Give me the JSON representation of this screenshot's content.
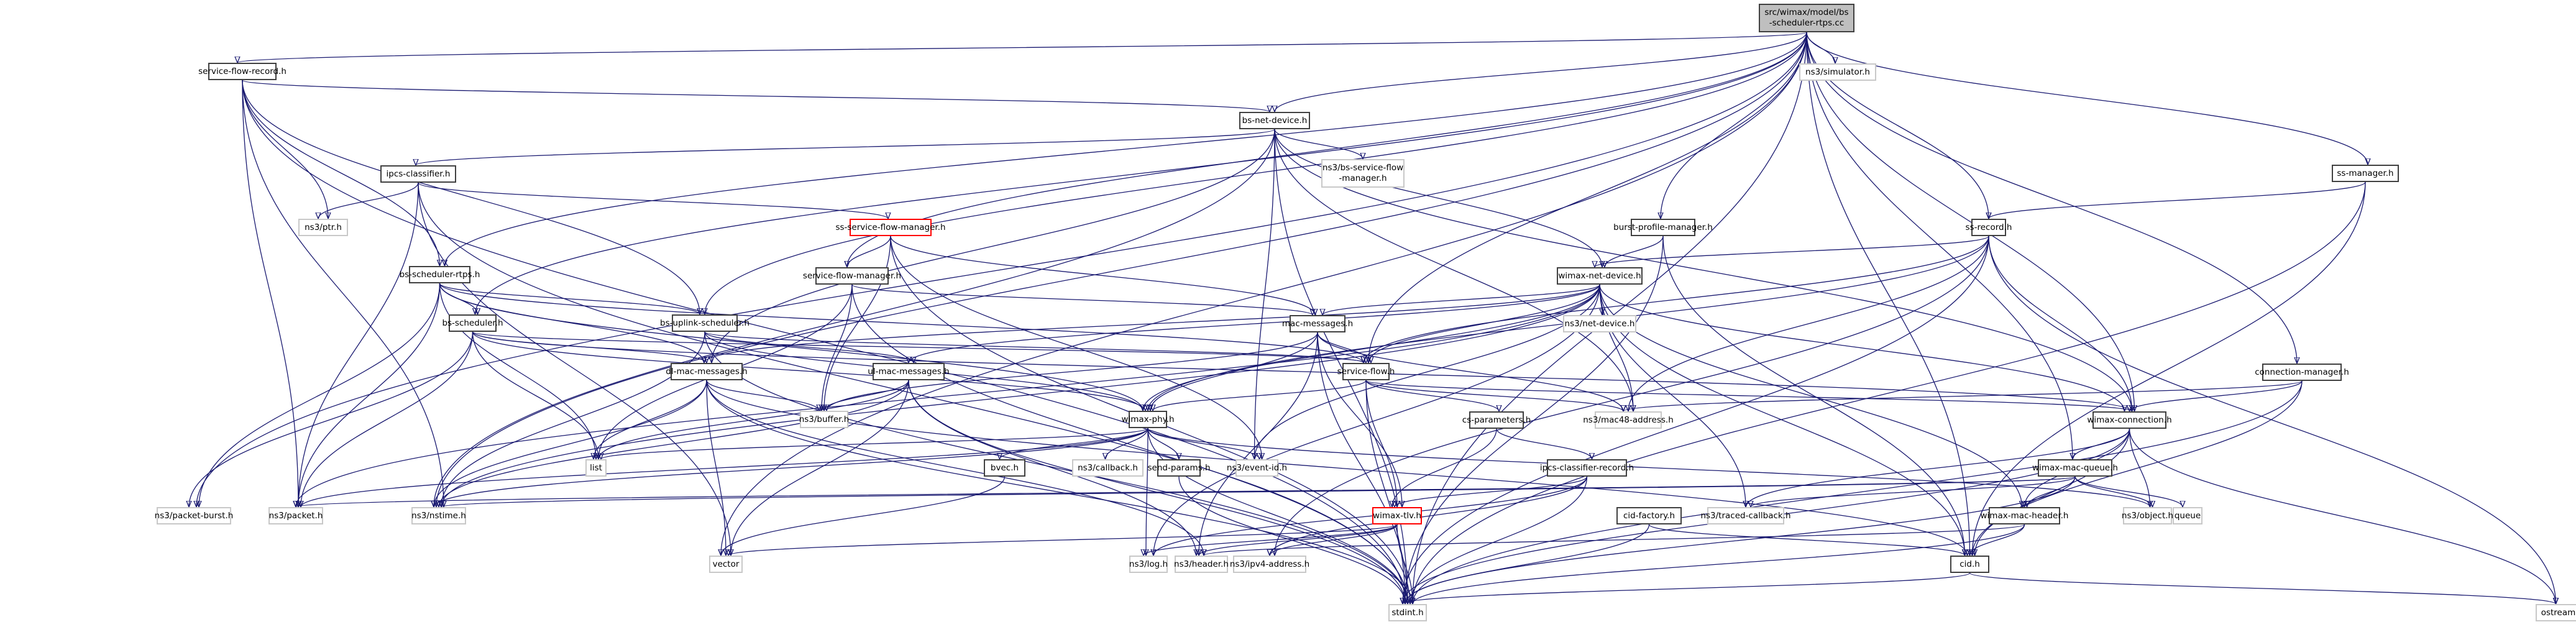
{
  "diagram": {
    "title": "Include dependency graph for src/wimax/model/bs-scheduler-rtps.cc",
    "root": "n_root",
    "colors": {
      "edge": "#191970",
      "internal_border": "#404040",
      "external_border": "#c8c8c8",
      "root_fill": "#bfbfbf",
      "warning_border": "#ff0000"
    },
    "nodes": [
      {
        "id": "n_root",
        "label": "src/wimax/model/bs\n-scheduler-rtps.cc",
        "kind": "root"
      },
      {
        "id": "n_sfr",
        "label": "service-flow-record.h",
        "kind": "internal"
      },
      {
        "id": "n_simulator",
        "label": "ns3/simulator.h",
        "kind": "external"
      },
      {
        "id": "n_bsnet",
        "label": "bs-net-device.h",
        "kind": "internal"
      },
      {
        "id": "n_ssmgr",
        "label": "ss-manager.h",
        "kind": "internal"
      },
      {
        "id": "n_ipcs",
        "label": "ipcs-classifier.h",
        "kind": "internal"
      },
      {
        "id": "n_ptr",
        "label": "ns3/ptr.h",
        "kind": "external"
      },
      {
        "id": "n_bssfm",
        "label": "ns3/bs-service-flow\n-manager.h",
        "kind": "external"
      },
      {
        "id": "n_sssfm",
        "label": "ss-service-flow-manager.h",
        "kind": "warning"
      },
      {
        "id": "n_bpm",
        "label": "burst-profile-manager.h",
        "kind": "internal"
      },
      {
        "id": "n_ssrec",
        "label": "ss-record.h",
        "kind": "internal"
      },
      {
        "id": "n_bsrtps",
        "label": "bs-scheduler-rtps.h",
        "kind": "internal"
      },
      {
        "id": "n_sfm",
        "label": "service-flow-manager.h",
        "kind": "internal"
      },
      {
        "id": "n_wnd",
        "label": "wimax-net-device.h",
        "kind": "internal"
      },
      {
        "id": "n_bssched",
        "label": "bs-scheduler.h",
        "kind": "internal"
      },
      {
        "id": "n_bsul",
        "label": "bs-uplink-scheduler.h",
        "kind": "internal"
      },
      {
        "id": "n_macmsg",
        "label": "mac-messages.h",
        "kind": "internal"
      },
      {
        "id": "n_netdev",
        "label": "ns3/net-device.h",
        "kind": "external"
      },
      {
        "id": "n_dlmac",
        "label": "dl-mac-messages.h",
        "kind": "internal"
      },
      {
        "id": "n_ulmac",
        "label": "ul-mac-messages.h",
        "kind": "internal"
      },
      {
        "id": "n_sflow",
        "label": "service-flow.h",
        "kind": "internal"
      },
      {
        "id": "n_connmgr",
        "label": "connection-manager.h",
        "kind": "internal"
      },
      {
        "id": "n_buffer",
        "label": "ns3/buffer.h",
        "kind": "external"
      },
      {
        "id": "n_csparam",
        "label": "cs-parameters.h",
        "kind": "internal"
      },
      {
        "id": "n_mac48",
        "label": "ns3/mac48-address.h",
        "kind": "external"
      },
      {
        "id": "n_wconn",
        "label": "wimax-connection.h",
        "kind": "internal"
      },
      {
        "id": "n_wphy",
        "label": "wimax-phy.h",
        "kind": "internal"
      },
      {
        "id": "n_list",
        "label": "list",
        "kind": "external"
      },
      {
        "id": "n_bvec",
        "label": "bvec.h",
        "kind": "internal"
      },
      {
        "id": "n_callback",
        "label": "ns3/callback.h",
        "kind": "external"
      },
      {
        "id": "n_sendp",
        "label": "send-params.h",
        "kind": "internal"
      },
      {
        "id": "n_eventid",
        "label": "ns3/event-id.h",
        "kind": "external"
      },
      {
        "id": "n_ipcsrec",
        "label": "ipcs-classifier-record.h",
        "kind": "internal"
      },
      {
        "id": "n_wmq",
        "label": "wimax-mac-queue.h",
        "kind": "internal"
      },
      {
        "id": "n_pburst",
        "label": "ns3/packet-burst.h",
        "kind": "external"
      },
      {
        "id": "n_packet",
        "label": "ns3/packet.h",
        "kind": "external"
      },
      {
        "id": "n_nstime",
        "label": "ns3/nstime.h",
        "kind": "external"
      },
      {
        "id": "n_tlv",
        "label": "wimax-tlv.h",
        "kind": "warning"
      },
      {
        "id": "n_cidf",
        "label": "cid-factory.h",
        "kind": "internal"
      },
      {
        "id": "n_traced",
        "label": "ns3/traced-callback.h",
        "kind": "external"
      },
      {
        "id": "n_wmh",
        "label": "wimax-mac-header.h",
        "kind": "internal"
      },
      {
        "id": "n_object",
        "label": "ns3/object.h",
        "kind": "external"
      },
      {
        "id": "n_queue",
        "label": "queue",
        "kind": "external"
      },
      {
        "id": "n_vector",
        "label": "vector",
        "kind": "external"
      },
      {
        "id": "n_log",
        "label": "ns3/log.h",
        "kind": "external"
      },
      {
        "id": "n_header",
        "label": "ns3/header.h",
        "kind": "external"
      },
      {
        "id": "n_ipv4",
        "label": "ns3/ipv4-address.h",
        "kind": "external"
      },
      {
        "id": "n_cid",
        "label": "cid.h",
        "kind": "internal"
      },
      {
        "id": "n_stdint",
        "label": "stdint.h",
        "kind": "external"
      },
      {
        "id": "n_ostream",
        "label": "ostream",
        "kind": "external"
      }
    ],
    "edges": [
      [
        "n_root",
        "n_sfr"
      ],
      [
        "n_root",
        "n_simulator"
      ],
      [
        "n_root",
        "n_bsnet"
      ],
      [
        "n_root",
        "n_ssmgr"
      ],
      [
        "n_root",
        "n_bsrtps"
      ],
      [
        "n_root",
        "n_sfm"
      ],
      [
        "n_root",
        "n_bpm"
      ],
      [
        "n_root",
        "n_ssrec"
      ],
      [
        "n_root",
        "n_sflow"
      ],
      [
        "n_root",
        "n_wconn"
      ],
      [
        "n_root",
        "n_connmgr"
      ],
      [
        "n_root",
        "n_wmq"
      ],
      [
        "n_root",
        "n_cid"
      ],
      [
        "n_root",
        "n_pburst"
      ],
      [
        "n_root",
        "n_stdint"
      ],
      [
        "n_root",
        "n_vector"
      ],
      [
        "n_root",
        "n_nstime"
      ],
      [
        "n_root",
        "n_bsul"
      ],
      [
        "n_root",
        "n_bssched"
      ],
      [
        "n_sfr",
        "n_ptr"
      ],
      [
        "n_sfr",
        "n_bsnet"
      ],
      [
        "n_sfr",
        "n_stdint"
      ],
      [
        "n_sfr",
        "n_bsrtps"
      ],
      [
        "n_sfr",
        "n_packet"
      ],
      [
        "n_sfr",
        "n_nstime"
      ],
      [
        "n_sfr",
        "n_bsul"
      ],
      [
        "n_bsnet",
        "n_ipcs"
      ],
      [
        "n_bsnet",
        "n_bssfm"
      ],
      [
        "n_bsnet",
        "n_wnd"
      ],
      [
        "n_bsnet",
        "n_dlmac"
      ],
      [
        "n_bsnet",
        "n_nstime"
      ],
      [
        "n_bsnet",
        "n_eventid"
      ],
      [
        "n_bsnet",
        "n_stdint"
      ],
      [
        "n_bsnet",
        "n_wconn"
      ],
      [
        "n_bsnet",
        "n_mac48"
      ],
      [
        "n_ipcs",
        "n_ptr"
      ],
      [
        "n_ipcs",
        "n_sssfm"
      ],
      [
        "n_ipcs",
        "n_stdint"
      ],
      [
        "n_ipcs",
        "n_packet"
      ],
      [
        "n_ipcs",
        "n_vector"
      ],
      [
        "n_sssfm",
        "n_sfm"
      ],
      [
        "n_sssfm",
        "n_macmsg"
      ],
      [
        "n_sssfm",
        "n_buffer"
      ],
      [
        "n_sssfm",
        "n_stdint"
      ],
      [
        "n_sssfm",
        "n_eventid"
      ],
      [
        "n_sfm",
        "n_macmsg"
      ],
      [
        "n_sfm",
        "n_buffer"
      ],
      [
        "n_sfm",
        "n_stdint"
      ],
      [
        "n_sfm",
        "n_list"
      ],
      [
        "n_bsrtps",
        "n_bssched"
      ],
      [
        "n_bsrtps",
        "n_bsul"
      ],
      [
        "n_bsrtps",
        "n_dlmac"
      ],
      [
        "n_bsrtps",
        "n_list"
      ],
      [
        "n_bsrtps",
        "n_packet"
      ],
      [
        "n_bsrtps",
        "n_pburst"
      ],
      [
        "n_bsrtps",
        "n_wphy"
      ],
      [
        "n_bsrtps",
        "n_sflow"
      ],
      [
        "n_bssched",
        "n_dlmac"
      ],
      [
        "n_bssched",
        "n_list"
      ],
      [
        "n_bssched",
        "n_packet"
      ],
      [
        "n_bssched",
        "n_pburst"
      ],
      [
        "n_bssched",
        "n_wphy"
      ],
      [
        "n_bssched",
        "n_sflow"
      ],
      [
        "n_bssched",
        "n_wconn"
      ],
      [
        "n_bsul",
        "n_ulmac"
      ],
      [
        "n_bsul",
        "n_wphy"
      ],
      [
        "n_bsul",
        "n_sflow"
      ],
      [
        "n_bsul",
        "n_stdint"
      ],
      [
        "n_bsul",
        "n_nstime"
      ],
      [
        "n_bpm",
        "n_wnd"
      ],
      [
        "n_bpm",
        "n_cid"
      ],
      [
        "n_bpm",
        "n_stdint"
      ],
      [
        "n_ssmgr",
        "n_ssrec"
      ],
      [
        "n_ssmgr",
        "n_cid"
      ],
      [
        "n_ssmgr",
        "n_stdint"
      ],
      [
        "n_ssrec",
        "n_wnd"
      ],
      [
        "n_ssrec",
        "n_sflow"
      ],
      [
        "n_ssrec",
        "n_mac48"
      ],
      [
        "n_ssrec",
        "n_wconn"
      ],
      [
        "n_ssrec",
        "n_ipv4"
      ],
      [
        "n_ssrec",
        "n_stdint"
      ],
      [
        "n_ssrec",
        "n_ostream"
      ],
      [
        "n_ssrec",
        "n_wphy"
      ],
      [
        "n_wnd",
        "n_netdev"
      ],
      [
        "n_wnd",
        "n_macmsg"
      ],
      [
        "n_wnd",
        "n_wphy"
      ],
      [
        "n_wnd",
        "n_dlmac"
      ],
      [
        "n_wnd",
        "n_ulmac"
      ],
      [
        "n_wnd",
        "n_sflow"
      ],
      [
        "n_wnd",
        "n_mac48"
      ],
      [
        "n_wnd",
        "n_wconn"
      ],
      [
        "n_wnd",
        "n_eventid"
      ],
      [
        "n_wnd",
        "n_traced"
      ],
      [
        "n_wnd",
        "n_nstime"
      ],
      [
        "n_wnd",
        "n_log"
      ],
      [
        "n_wnd",
        "n_cid"
      ],
      [
        "n_wnd",
        "n_wmh"
      ],
      [
        "n_wnd",
        "n_packet"
      ],
      [
        "n_macmsg",
        "n_buffer"
      ],
      [
        "n_macmsg",
        "n_sflow"
      ],
      [
        "n_macmsg",
        "n_mac48"
      ],
      [
        "n_macmsg",
        "n_header"
      ],
      [
        "n_macmsg",
        "n_stdint"
      ],
      [
        "n_macmsg",
        "n_wphy"
      ],
      [
        "n_macmsg",
        "n_tlv"
      ],
      [
        "n_dlmac",
        "n_buffer"
      ],
      [
        "n_dlmac",
        "n_list"
      ],
      [
        "n_dlmac",
        "n_vector"
      ],
      [
        "n_dlmac",
        "n_header"
      ],
      [
        "n_dlmac",
        "n_stdint"
      ],
      [
        "n_dlmac",
        "n_nstime"
      ],
      [
        "n_dlmac",
        "n_cid"
      ],
      [
        "n_ulmac",
        "n_buffer"
      ],
      [
        "n_ulmac",
        "n_list"
      ],
      [
        "n_ulmac",
        "n_vector"
      ],
      [
        "n_ulmac",
        "n_header"
      ],
      [
        "n_ulmac",
        "n_stdint"
      ],
      [
        "n_ulmac",
        "n_nstime"
      ],
      [
        "n_sflow",
        "n_csparam"
      ],
      [
        "n_sflow",
        "n_wphy"
      ],
      [
        "n_sflow",
        "n_mac48"
      ],
      [
        "n_sflow",
        "n_stdint"
      ],
      [
        "n_sflow",
        "n_tlv"
      ],
      [
        "n_sflow",
        "n_wconn"
      ],
      [
        "n_csparam",
        "n_ipcsrec"
      ],
      [
        "n_csparam",
        "n_tlv"
      ],
      [
        "n_ipcsrec",
        "n_tlv"
      ],
      [
        "n_ipcsrec",
        "n_ipv4"
      ],
      [
        "n_ipcsrec",
        "n_stdint"
      ],
      [
        "n_ipcsrec",
        "n_log"
      ],
      [
        "n_wphy",
        "n_bvec"
      ],
      [
        "n_wphy",
        "n_callback"
      ],
      [
        "n_wphy",
        "n_sendp"
      ],
      [
        "n_wphy",
        "n_eventid"
      ],
      [
        "n_wphy",
        "n_list"
      ],
      [
        "n_wphy",
        "n_nstime"
      ],
      [
        "n_wphy",
        "n_log"
      ],
      [
        "n_wphy",
        "n_stdint"
      ],
      [
        "n_wphy",
        "n_object"
      ],
      [
        "n_wphy",
        "n_packet"
      ],
      [
        "n_bvec",
        "n_vector"
      ],
      [
        "n_sendp",
        "n_stdint"
      ],
      [
        "n_connmgr",
        "n_wconn"
      ],
      [
        "n_connmgr",
        "n_cid"
      ],
      [
        "n_connmgr",
        "n_stdint"
      ],
      [
        "n_connmgr",
        "n_mac48"
      ],
      [
        "n_wconn",
        "n_wmq"
      ],
      [
        "n_wconn",
        "n_wmh"
      ],
      [
        "n_wconn",
        "n_object"
      ],
      [
        "n_wconn",
        "n_cid"
      ],
      [
        "n_wconn",
        "n_stdint"
      ],
      [
        "n_wconn",
        "n_ostream"
      ],
      [
        "n_wconn",
        "n_traced"
      ],
      [
        "n_wmq",
        "n_wmh"
      ],
      [
        "n_wmq",
        "n_object"
      ],
      [
        "n_wmq",
        "n_queue"
      ],
      [
        "n_wmq",
        "n_stdint"
      ],
      [
        "n_wmq",
        "n_packet"
      ],
      [
        "n_wmq",
        "n_nstime"
      ],
      [
        "n_wmq",
        "n_traced"
      ],
      [
        "n_tlv",
        "n_log"
      ],
      [
        "n_tlv",
        "n_header"
      ],
      [
        "n_tlv",
        "n_ipv4"
      ],
      [
        "n_tlv",
        "n_vector"
      ],
      [
        "n_tlv",
        "n_stdint"
      ],
      [
        "n_cidf",
        "n_cid"
      ],
      [
        "n_cidf",
        "n_stdint"
      ],
      [
        "n_wmh",
        "n_cid"
      ],
      [
        "n_wmh",
        "n_header"
      ],
      [
        "n_wmh",
        "n_stdint"
      ],
      [
        "n_cid",
        "n_stdint"
      ],
      [
        "n_cid",
        "n_ostream"
      ]
    ]
  }
}
